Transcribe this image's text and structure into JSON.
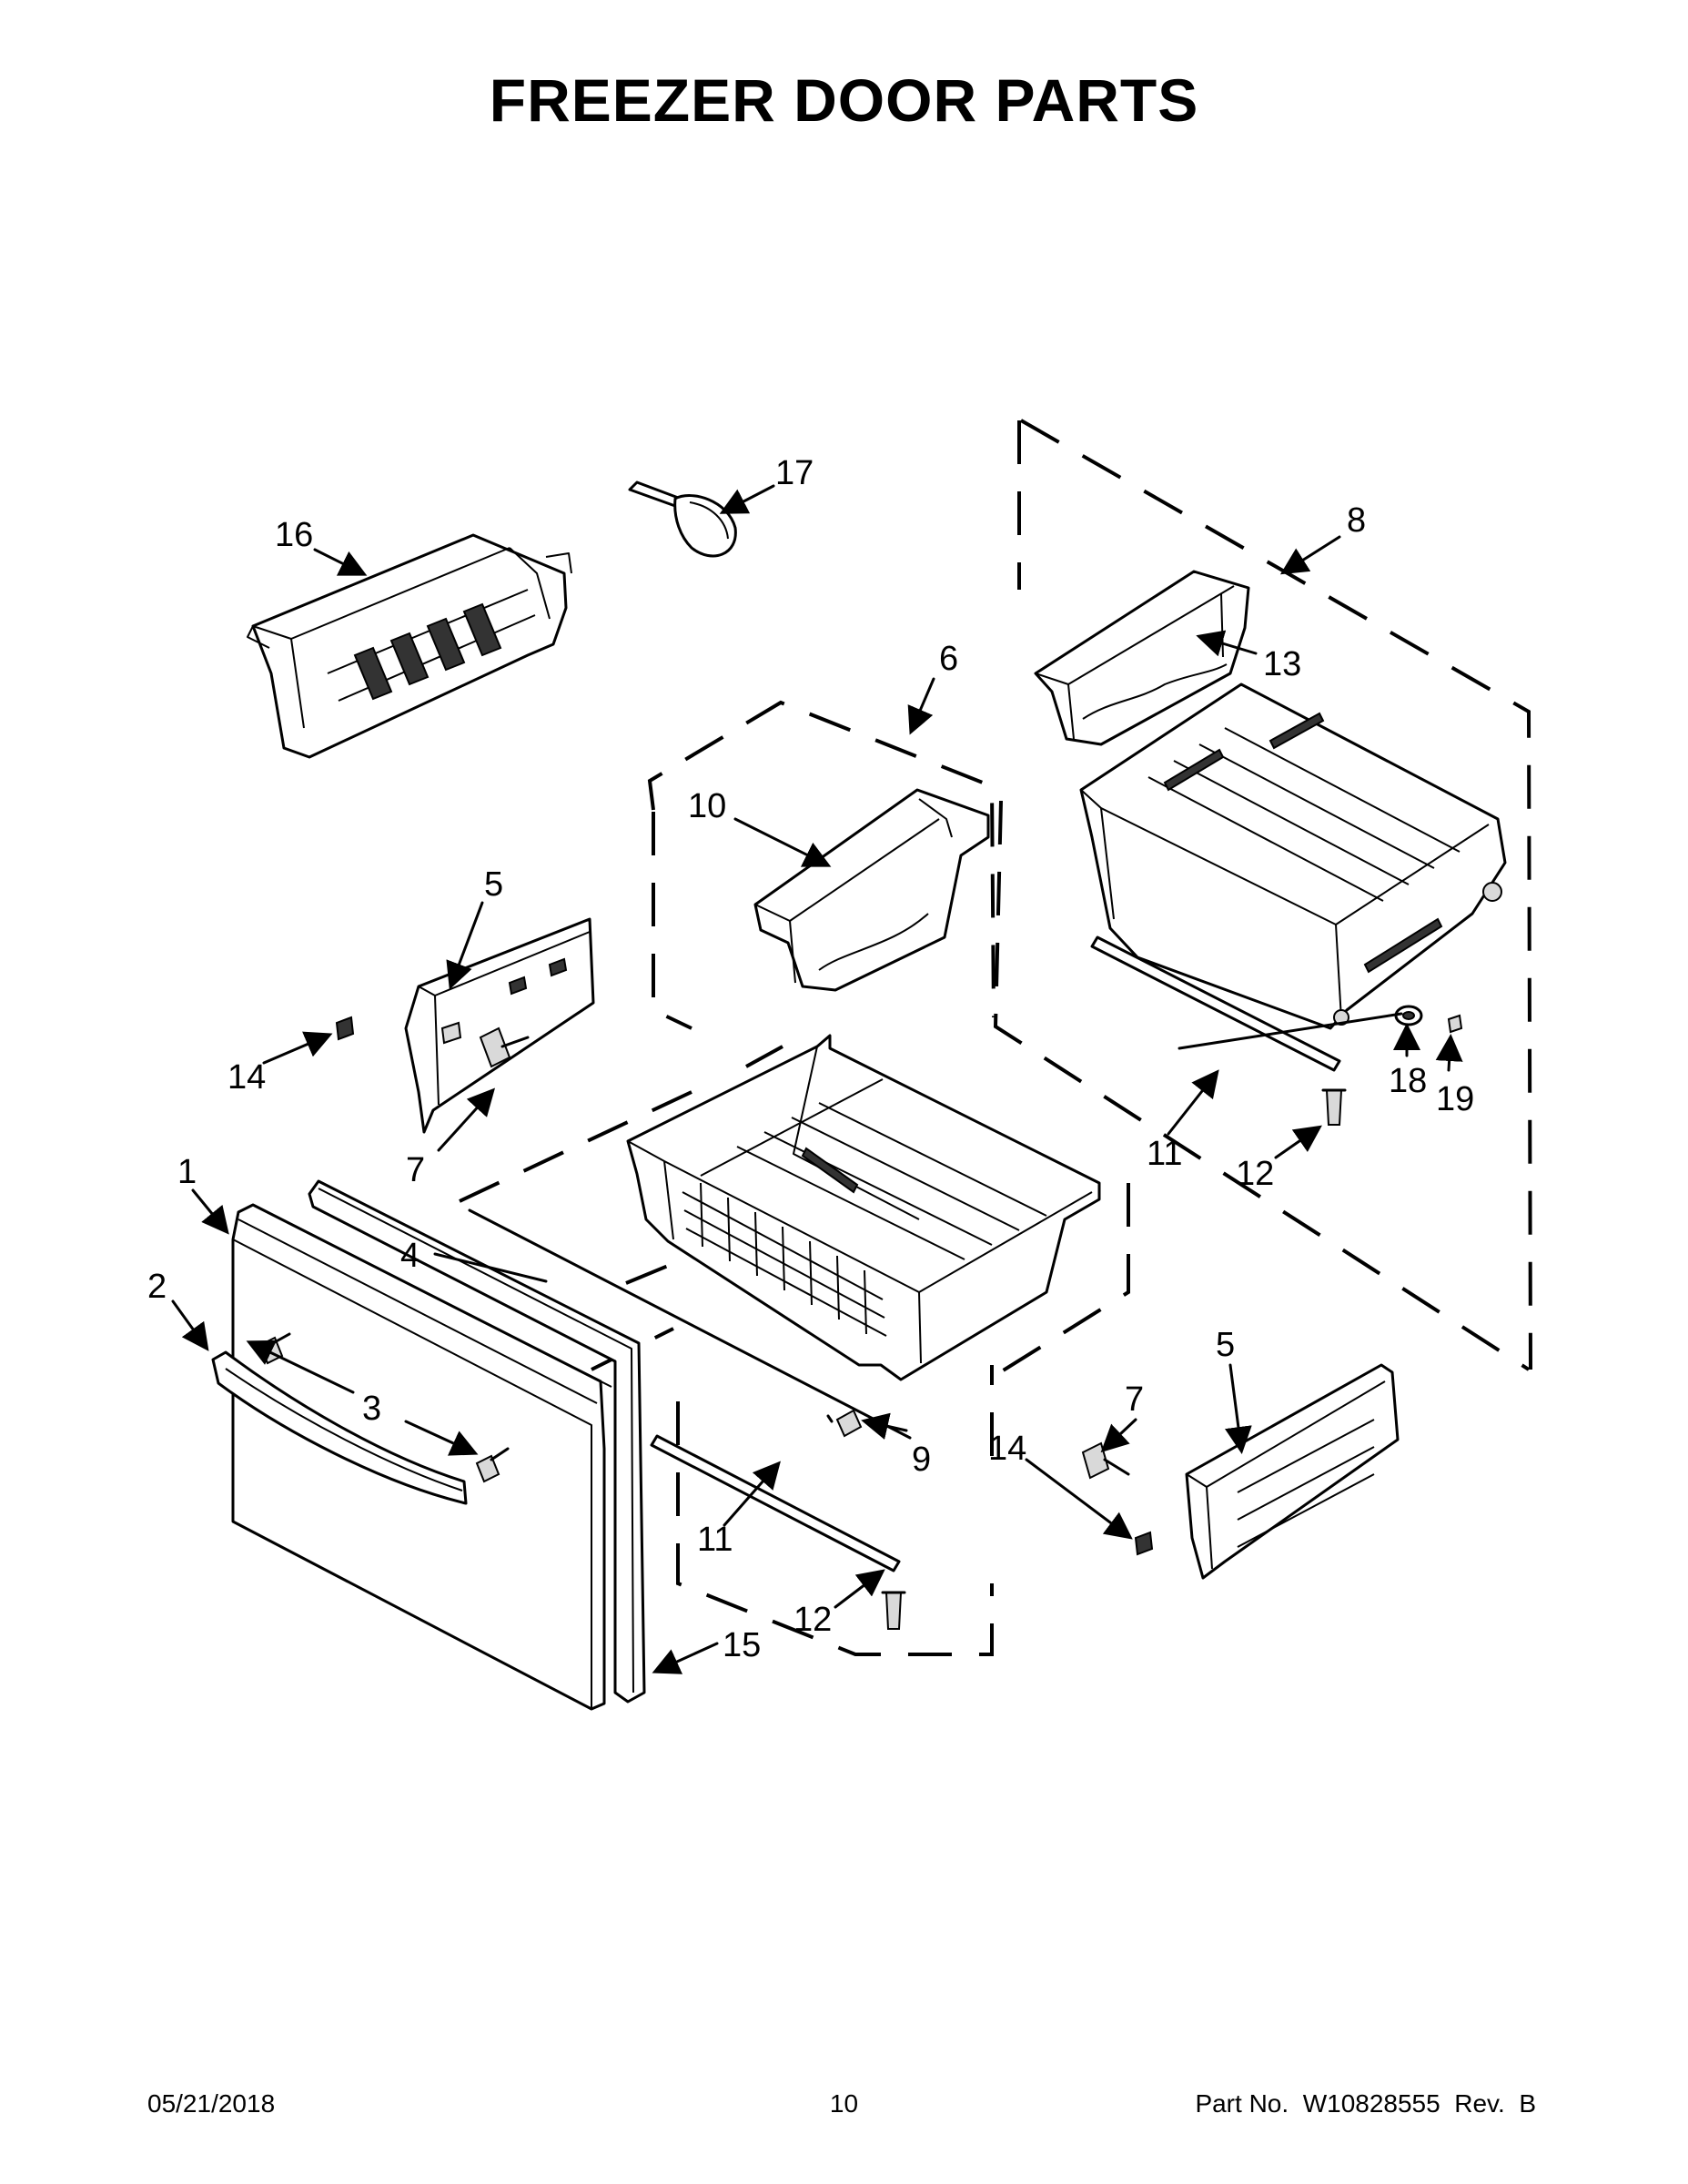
{
  "title": "FREEZER DOOR PARTS",
  "footer": {
    "date": "05/21/2018",
    "page": "10",
    "part_number": "Part No.  W10828555  Rev.  B"
  },
  "callouts": {
    "c1": "1",
    "c2": "2",
    "c3": "3",
    "c4": "4",
    "c5a": "5",
    "c5b": "5",
    "c6": "6",
    "c7a": "7",
    "c7b": "7",
    "c8": "8",
    "c9": "9",
    "c10": "10",
    "c11a": "11",
    "c11b": "11",
    "c12a": "12",
    "c12b": "12",
    "c13": "13",
    "c14a": "14",
    "c14b": "14",
    "c15": "15",
    "c16": "16",
    "c17": "17",
    "c18": "18",
    "c19": "19"
  }
}
